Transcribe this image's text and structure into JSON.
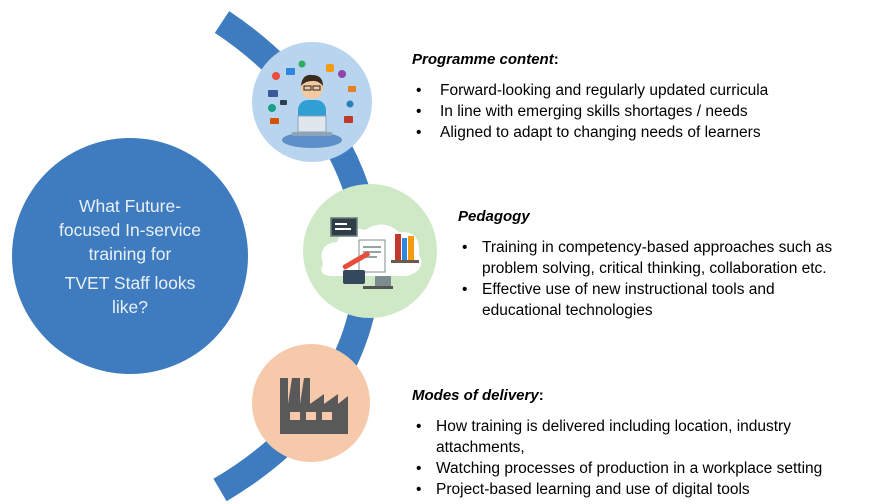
{
  "center": {
    "line1": "What Future-",
    "line2": "focused In-service",
    "line3": "training for",
    "line4": "TVET Staff looks",
    "line5": "like?"
  },
  "sections": [
    {
      "title": "Programme content",
      "icon": "person-with-laptop-icon",
      "bullets": [
        "Forward-looking and regularly updated curricula",
        "In line with emerging skills shortages / needs",
        "Aligned to adapt to changing needs of learners"
      ]
    },
    {
      "title": "Pedagogy",
      "icon": "classroom-tools-icon",
      "bullets": [
        "Training in competency-based approaches such as",
        "problem solving, critical thinking, collaboration etc.",
        "Effective use of new instructional tools and",
        "educational technologies"
      ]
    },
    {
      "title": "Modes of delivery",
      "icon": "factory-icon",
      "bullets": [
        "How training is delivered including location, industry",
        "attachments,",
        "Watching processes of production in a workplace setting",
        "Project-based learning and use of digital tools"
      ]
    }
  ],
  "colors": {
    "arc": "#3f7cbf",
    "main_circle": "#3f7cbf",
    "circle1": "#b9d4ee",
    "circle2": "#cfe9c6",
    "circle3": "#f6c9ab",
    "factory": "#595959"
  }
}
